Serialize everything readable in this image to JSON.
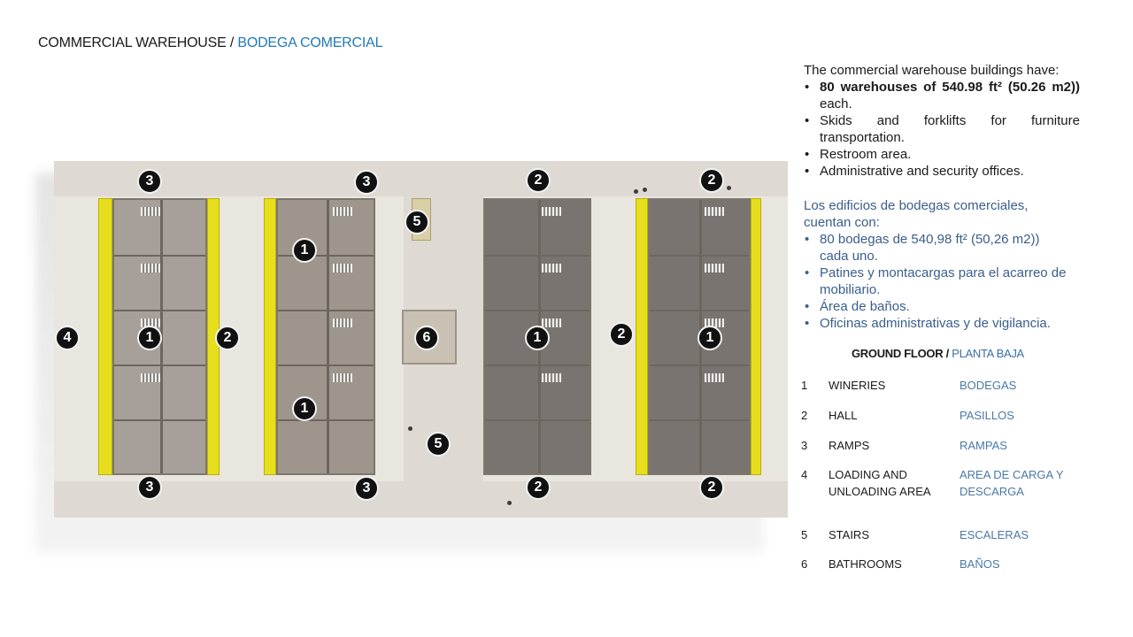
{
  "title": {
    "en": "COMMERCIAL WAREHOUSE / ",
    "es": "BODEGA COMERCIAL"
  },
  "description_en": {
    "intro": "The commercial warehouse buildings have:",
    "items": [
      {
        "bold": "80 warehouses of 540.98 ft² (50.26 m2))",
        "text": " each."
      },
      {
        "bold": "",
        "text": "Skids and forklifts for furniture transportation."
      },
      {
        "bold": "",
        "text": "Restroom area."
      },
      {
        "bold": "",
        "text": "Administrative and security offices."
      }
    ]
  },
  "description_es": {
    "intro": "Los edificios de bodegas comerciales, cuentan con:",
    "items": [
      "80 bodegas de 540,98 ft² (50,26 m2)) cada uno.",
      "Patines y montacargas para el acarreo de mobiliario.",
      "Área de baños.",
      "Oficinas administrativas y de vigilancia."
    ]
  },
  "legend_title": {
    "en": "GROUND FLOOR / ",
    "es": "PLANTA BAJA"
  },
  "legend": [
    {
      "n": "1",
      "en": "WINERIES",
      "es": "BODEGAS"
    },
    {
      "n": "2",
      "en": "HALL",
      "es": "PASILLOS"
    },
    {
      "n": "3",
      "en": "RAMPS",
      "es": "RAMPAS"
    },
    {
      "n": "4",
      "en": "LOADING AND UNLOADING AREA",
      "es": "AREA DE CARGA Y DESCARGA"
    },
    {
      "n": "5",
      "en": "STAIRS",
      "es": "ESCALERAS"
    },
    {
      "n": "6",
      "en": "BATHROOMS",
      "es": "BAÑOS"
    }
  ],
  "markers": [
    "3",
    "3",
    "2",
    "2",
    "5",
    "1",
    "4",
    "1",
    "2",
    "6",
    "1",
    "2",
    "1",
    "1",
    "5",
    "3",
    "3",
    "2",
    "2"
  ],
  "colors": {
    "accent_blue": "#1f7ab8",
    "legend_blue": "#4a78a8",
    "ramp_yellow": "#e7df1d"
  }
}
